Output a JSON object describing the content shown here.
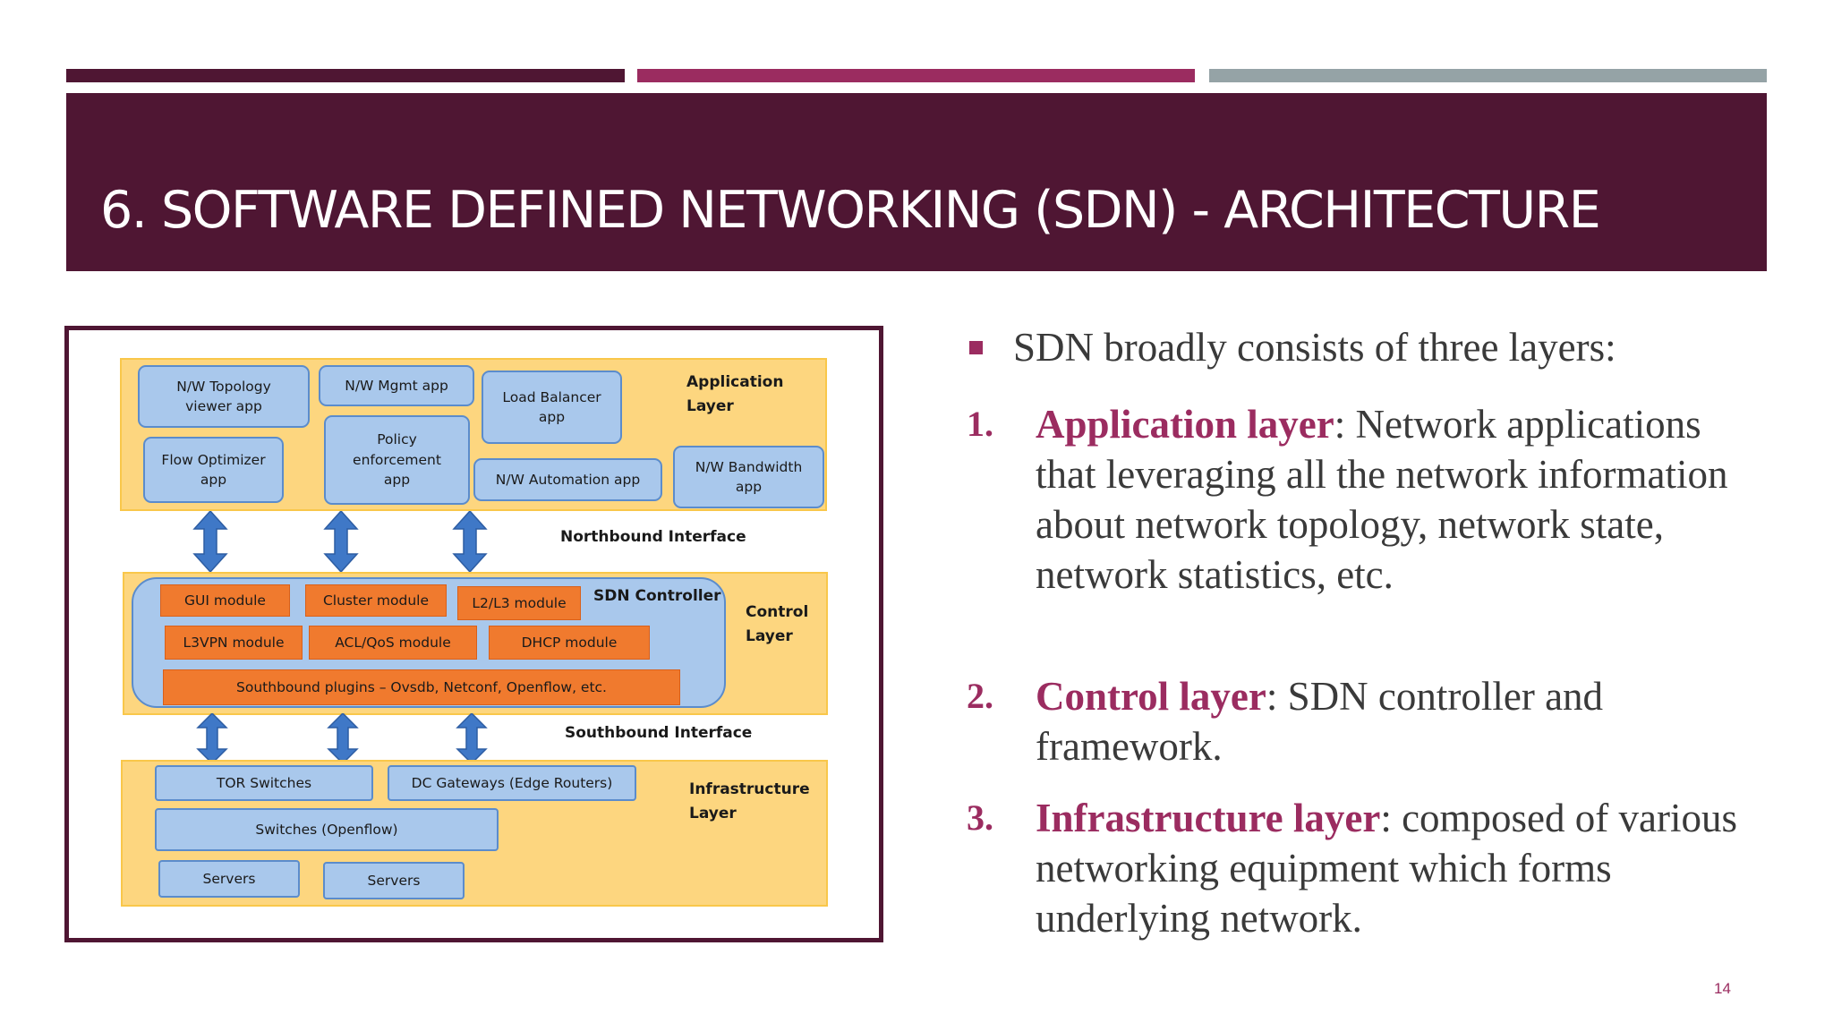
{
  "slide": {
    "title": "6. SOFTWARE DEFINED NETWORKING (SDN) - ARCHITECTURE",
    "page_number": "14"
  },
  "colors": {
    "dark_plum": "#4f1633",
    "magenta": "#9b2c60",
    "grey": "#95a3a6",
    "layer_yellow": "#fdd67f",
    "box_blue": "#a9c8ec",
    "module_orange": "#f07a2e"
  },
  "diagram": {
    "application_layer": {
      "label_line1": "Application",
      "label_line2": "Layer",
      "apps": {
        "topology_1": "N/W Topology",
        "topology_2": "viewer app",
        "mgmt": "N/W Mgmt app",
        "load_balancer_1": "Load Balancer",
        "load_balancer_2": "app",
        "policy_1": "Policy",
        "policy_2": "enforcement",
        "policy_3": "app",
        "flow_optimizer_1": "Flow Optimizer",
        "flow_optimizer_2": "app",
        "automation": "N/W Automation app",
        "bandwidth_1": "N/W Bandwidth",
        "bandwidth_2": "app"
      }
    },
    "northbound_label": "Northbound Interface",
    "control_layer": {
      "label_line1": "Control",
      "label_line2": "Layer",
      "controller": "SDN Controller",
      "modules": {
        "gui": "GUI module",
        "cluster": "Cluster module",
        "l2l3": "L2/L3 module",
        "l3vpn": "L3VPN module",
        "aclqos": "ACL/QoS module",
        "dhcp": "DHCP module",
        "southbound_plugins": "Southbound plugins – Ovsdb, Netconf, Openflow, etc."
      }
    },
    "southbound_label": "Southbound Interface",
    "infrastructure_layer": {
      "label_line1": "Infrastructure",
      "label_line2": "Layer",
      "devices": {
        "tor": "TOR Switches",
        "dc_gateways": "DC Gateways (Edge Routers)",
        "switches": "Switches (Openflow)",
        "servers_1": "Servers",
        "servers_2": "Servers"
      }
    }
  },
  "content": {
    "intro": "SDN broadly consists of three layers:",
    "items": [
      {
        "num": "1.",
        "term": "Application layer",
        "text": ":  Network applications  that leveraging all the network information about network topology, network state, network statistics, etc."
      },
      {
        "num": "2.",
        "term": "Control layer",
        "text": ": SDN controller and framework."
      },
      {
        "num": "3.",
        "term": "Infrastructure layer",
        "text": ": composed of various networking equipment which forms underlying network."
      }
    ]
  }
}
